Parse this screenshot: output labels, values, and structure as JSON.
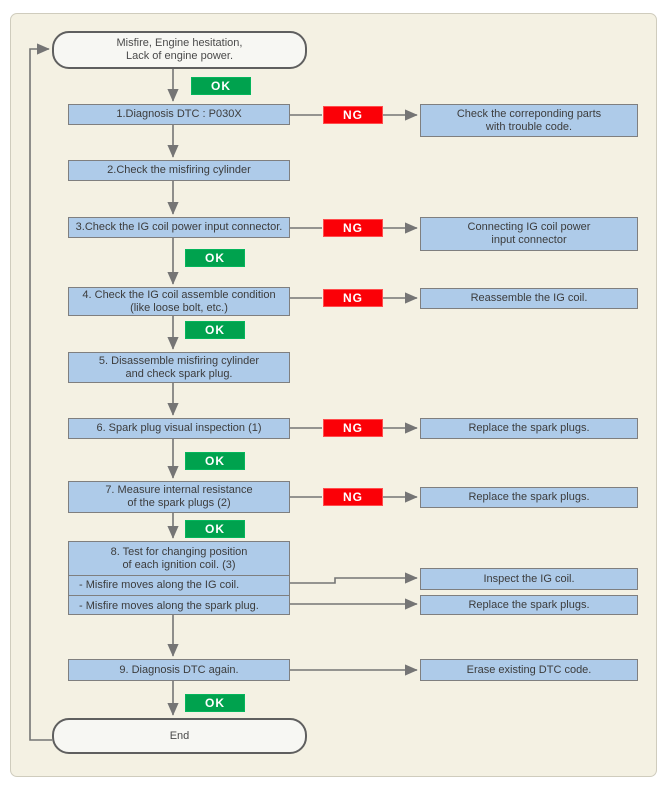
{
  "flowchart": {
    "title_note": "Engine misfire diagnostic flowchart",
    "start": {
      "line1": "Misfire, Engine hesitation,",
      "line2": "Lack of engine power."
    },
    "end_label": "End",
    "badges": {
      "ok": "OK",
      "ng": "NG"
    },
    "steps": {
      "s1": "1.Diagnosis DTC : P030X",
      "s2": "2.Check the misfiring cylinder",
      "s3": "3.Check the IG coil power input connector.",
      "s4a": "4. Check the IG coil assemble condition",
      "s4b": "(like loose bolt, etc.)",
      "s5a": "5. Disassemble misfiring cylinder",
      "s5b": "and check spark plug.",
      "s6": "6. Spark plug visual inspection (1)",
      "s7a": "7. Measure internal resistance",
      "s7b": "of the spark plugs (2)",
      "s8a": "8. Test for changing position",
      "s8b": "of each ignition coil. (3)",
      "s8c": "- Misfire moves along the IG coil.",
      "s8d": "- Misfire moves along the spark plug.",
      "s9": "9. Diagnosis DTC again."
    },
    "results": {
      "r1a": "Check the correponding parts",
      "r1b": "with trouble code.",
      "r2a": "Connecting IG coil power",
      "r2b": "input connector",
      "r3": "Reassemble the IG coil.",
      "r4": "Replace the spark plugs.",
      "r5": "Replace the spark plugs.",
      "r6": "Inspect the IG coil.",
      "r7": "Replace the spark plugs.",
      "r8": "Erase existing DTC code."
    },
    "colors": {
      "process_box": "#AECBE9",
      "ok_badge": "#00A24E",
      "ng_badge": "#FB0007",
      "background": "#F4F1E3",
      "connector": "#757575"
    }
  }
}
